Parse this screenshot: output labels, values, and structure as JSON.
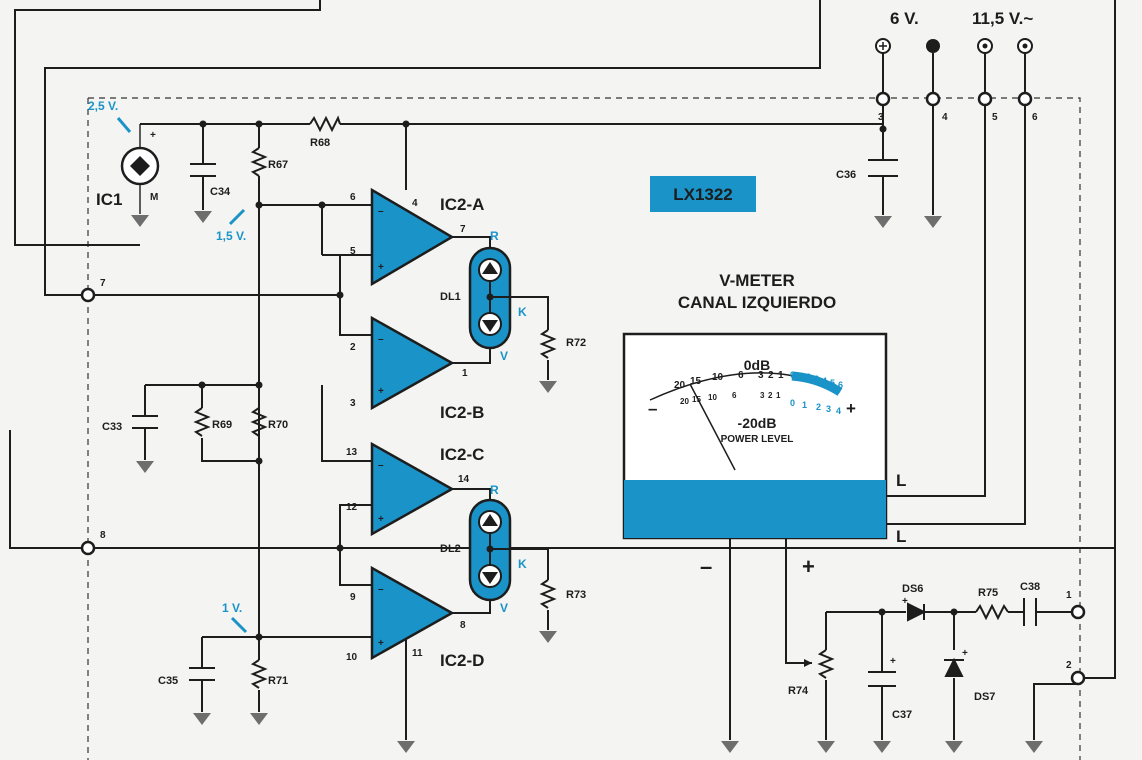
{
  "labels": {
    "v6": "6 V.",
    "v115": "11,5 V.~",
    "lx": "LX1322",
    "meter_title1": "V-METER",
    "meter_title2": "CANAL IZQUIERDO",
    "odb": "0dB",
    "m20db": "-20dB",
    "power_level": "POWER LEVEL",
    "minus": "–",
    "plus": "+",
    "L1": "L",
    "L2": "L",
    "meter_minus": "–",
    "meter_plus": "+",
    "v25": "2,5 V.",
    "v15": "1,5 V.",
    "v1": "1 V."
  },
  "scale": {
    "top": [
      "20",
      "15",
      "10",
      "6",
      "3",
      "2",
      "1"
    ],
    "top_blue": [
      "0",
      "1",
      "2",
      "3",
      "4",
      "5",
      "6"
    ],
    "bottom": [
      "20",
      "15",
      "10",
      "6",
      "3",
      "2",
      "1"
    ],
    "bottom_blue": [
      "0",
      "1",
      "2",
      "3",
      "4"
    ]
  },
  "components": {
    "IC1": "IC1",
    "M": "M",
    "IC2A": "IC2-A",
    "IC2B": "IC2-B",
    "IC2C": "IC2-C",
    "IC2D": "IC2-D",
    "DL1": "DL1",
    "DL2": "DL2",
    "R67": "R67",
    "R68": "R68",
    "R69": "R69",
    "R70": "R70",
    "R71": "R71",
    "R72": "R72",
    "R73": "R73",
    "R74": "R74",
    "R75": "R75",
    "C33": "C33",
    "C34": "C34",
    "C35": "C35",
    "C36": "C36",
    "C37": "C37",
    "C38": "C38",
    "DS6": "DS6",
    "DS7": "DS7",
    "R": "R",
    "K": "K",
    "V": "V"
  },
  "pins": {
    "p1": "1",
    "p2": "2",
    "p3": "3",
    "p4": "4",
    "p5": "5",
    "p6": "6",
    "p7": "7",
    "p8": "8",
    "p9": "9",
    "p10": "10",
    "p11": "11",
    "p12": "12",
    "p13": "13",
    "p14": "14",
    "t1": "1",
    "t2": "2",
    "t3": "3",
    "t4": "4",
    "t5": "5",
    "t6": "6",
    "t7": "7",
    "t8": "8"
  },
  "colors": {
    "accent": "#1a93c8",
    "ink": "#1d1d1d",
    "paper": "#f4f4f2"
  }
}
